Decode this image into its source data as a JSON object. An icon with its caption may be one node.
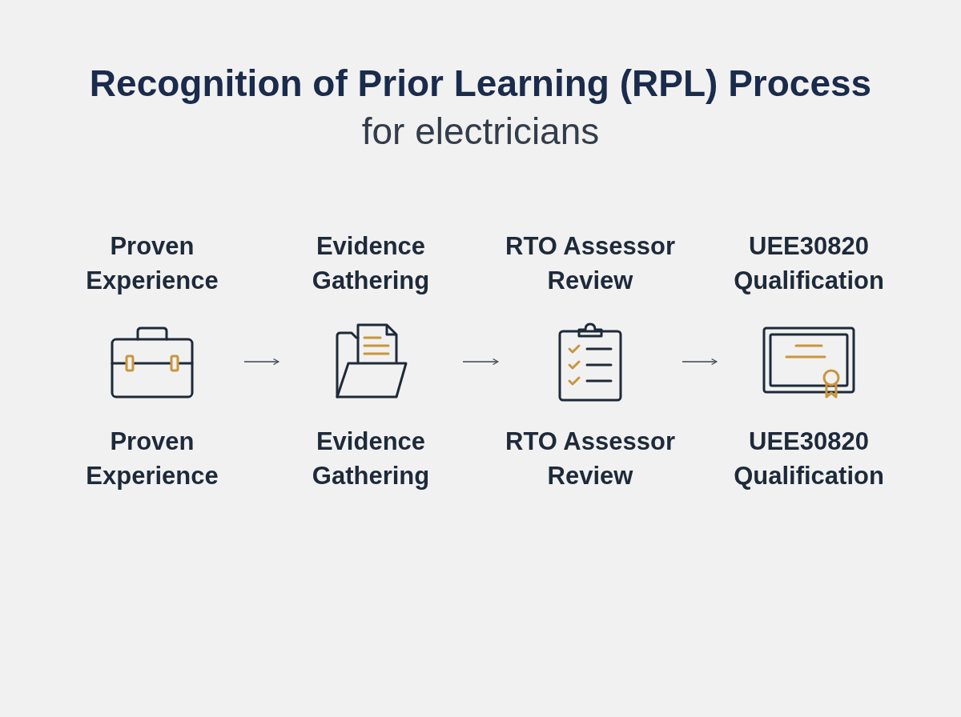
{
  "diagram": {
    "title": "**Recognition of Prior Learning (RPL) Process** for electricians",
    "nodes": [
      {
        "text": [
          "Proven Experience",
          "Proven Experience"
        ]
      },
      {
        "text": [
          "Evidence Gathering",
          "Evidence Gathering"
        ]
      },
      {
        "text": [
          "RTO Assessor Review",
          "RTO Assessor Review"
        ]
      },
      {
        "text": [
          "UEE30820 Qualification",
          "UEE30820 Qualification"
        ]
      }
    ],
    "edges": [
      {
        "from": 0,
        "to": 1,
        "arrow": "to"
      },
      {
        "from": 1,
        "to": 2,
        "arrow": "to"
      },
      {
        "from": 2,
        "to": 3,
        "arrow": "to"
      }
    ]
  }
}
